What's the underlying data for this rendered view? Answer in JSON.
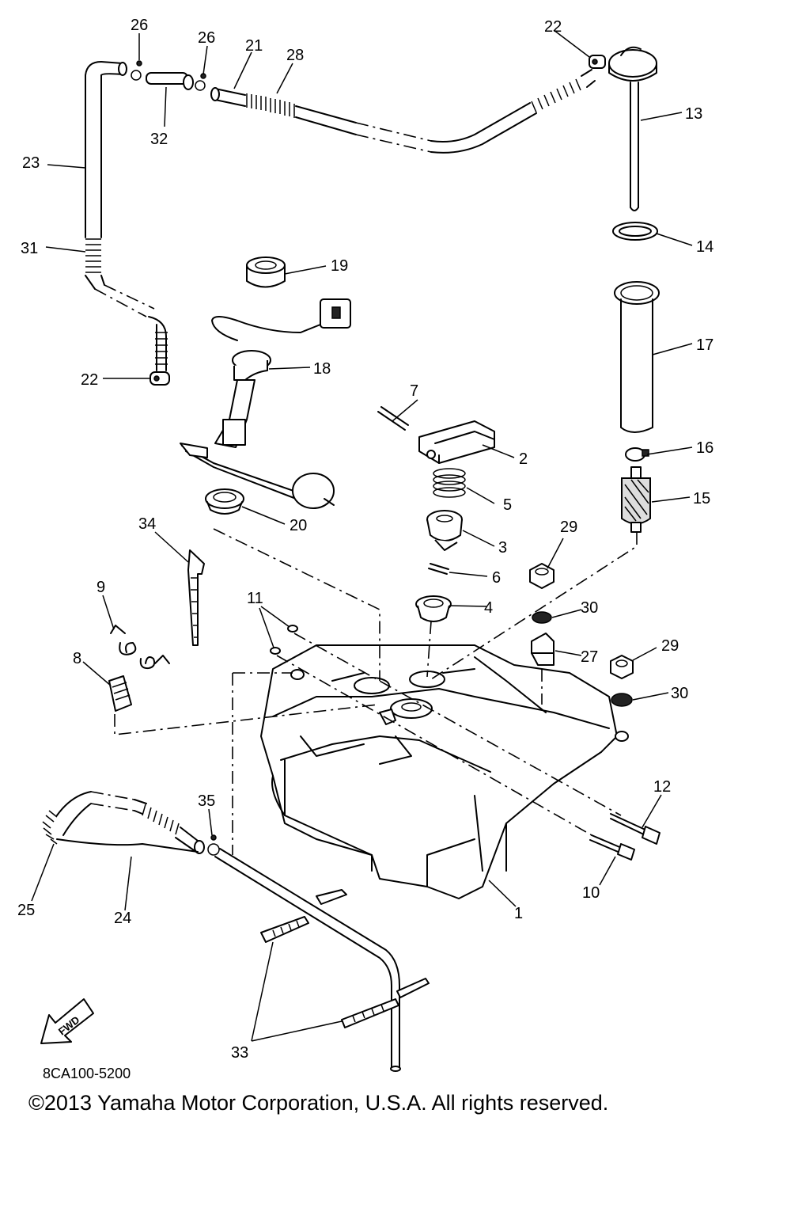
{
  "diagram": {
    "callouts": {
      "c1": "1",
      "c2": "2",
      "c3": "3",
      "c4": "4",
      "c5": "5",
      "c6": "6",
      "c7": "7",
      "c8": "8",
      "c9": "9",
      "c10": "10",
      "c11": "11",
      "c12": "12",
      "c13": "13",
      "c14": "14",
      "c15": "15",
      "c16": "16",
      "c17": "17",
      "c18": "18",
      "c19": "19",
      "c20": "20",
      "c21": "21",
      "c22a": "22",
      "c22b": "22",
      "c23": "23",
      "c24": "24",
      "c25": "25",
      "c26a": "26",
      "c26b": "26",
      "c27": "27",
      "c28": "28",
      "c29a": "29",
      "c29b": "29",
      "c30a": "30",
      "c30b": "30",
      "c31": "31",
      "c32": "32",
      "c33": "33",
      "c34": "34",
      "c35": "35"
    },
    "fwd_label": "FWD",
    "part_code": "8CA100-5200",
    "copyright": "©2013 Yamaha Motor Corporation, U.S.A. All rights reserved."
  }
}
